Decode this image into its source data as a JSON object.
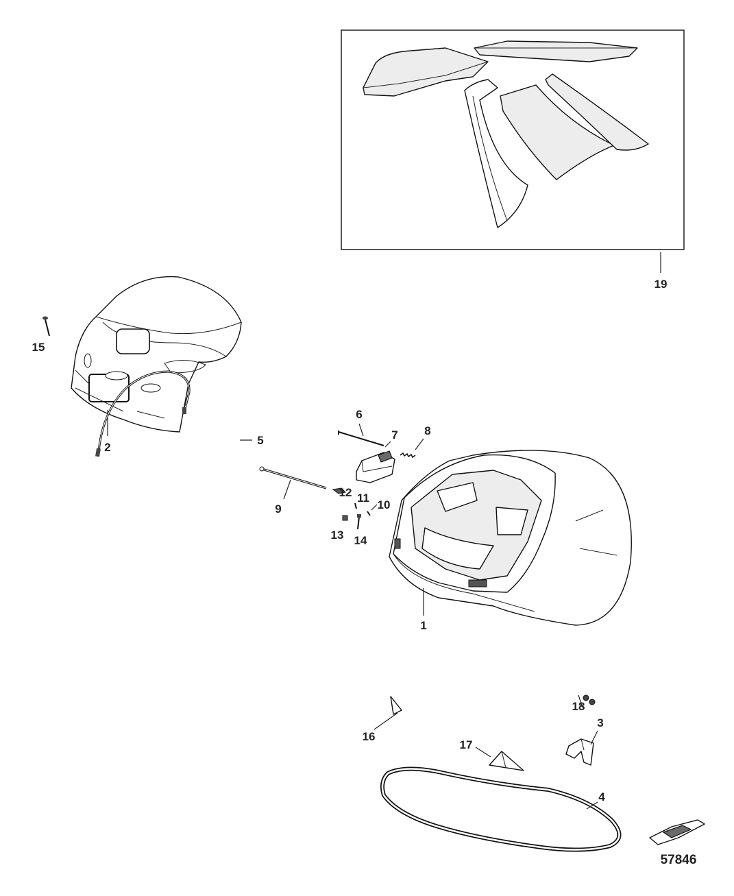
{
  "callouts": {
    "c1": "1",
    "c2": "2",
    "c3": "3",
    "c4": "4",
    "c5": "5",
    "c6": "6",
    "c7": "7",
    "c8": "8",
    "c9": "9",
    "c10": "10",
    "c11": "11",
    "c12": "12",
    "c13": "13",
    "c14": "14",
    "c15": "15",
    "c16": "16",
    "c17": "17",
    "c18": "18",
    "c19": "19"
  },
  "figure_ref": "57846",
  "colors": {
    "line": "#111111",
    "background": "#ffffff"
  }
}
